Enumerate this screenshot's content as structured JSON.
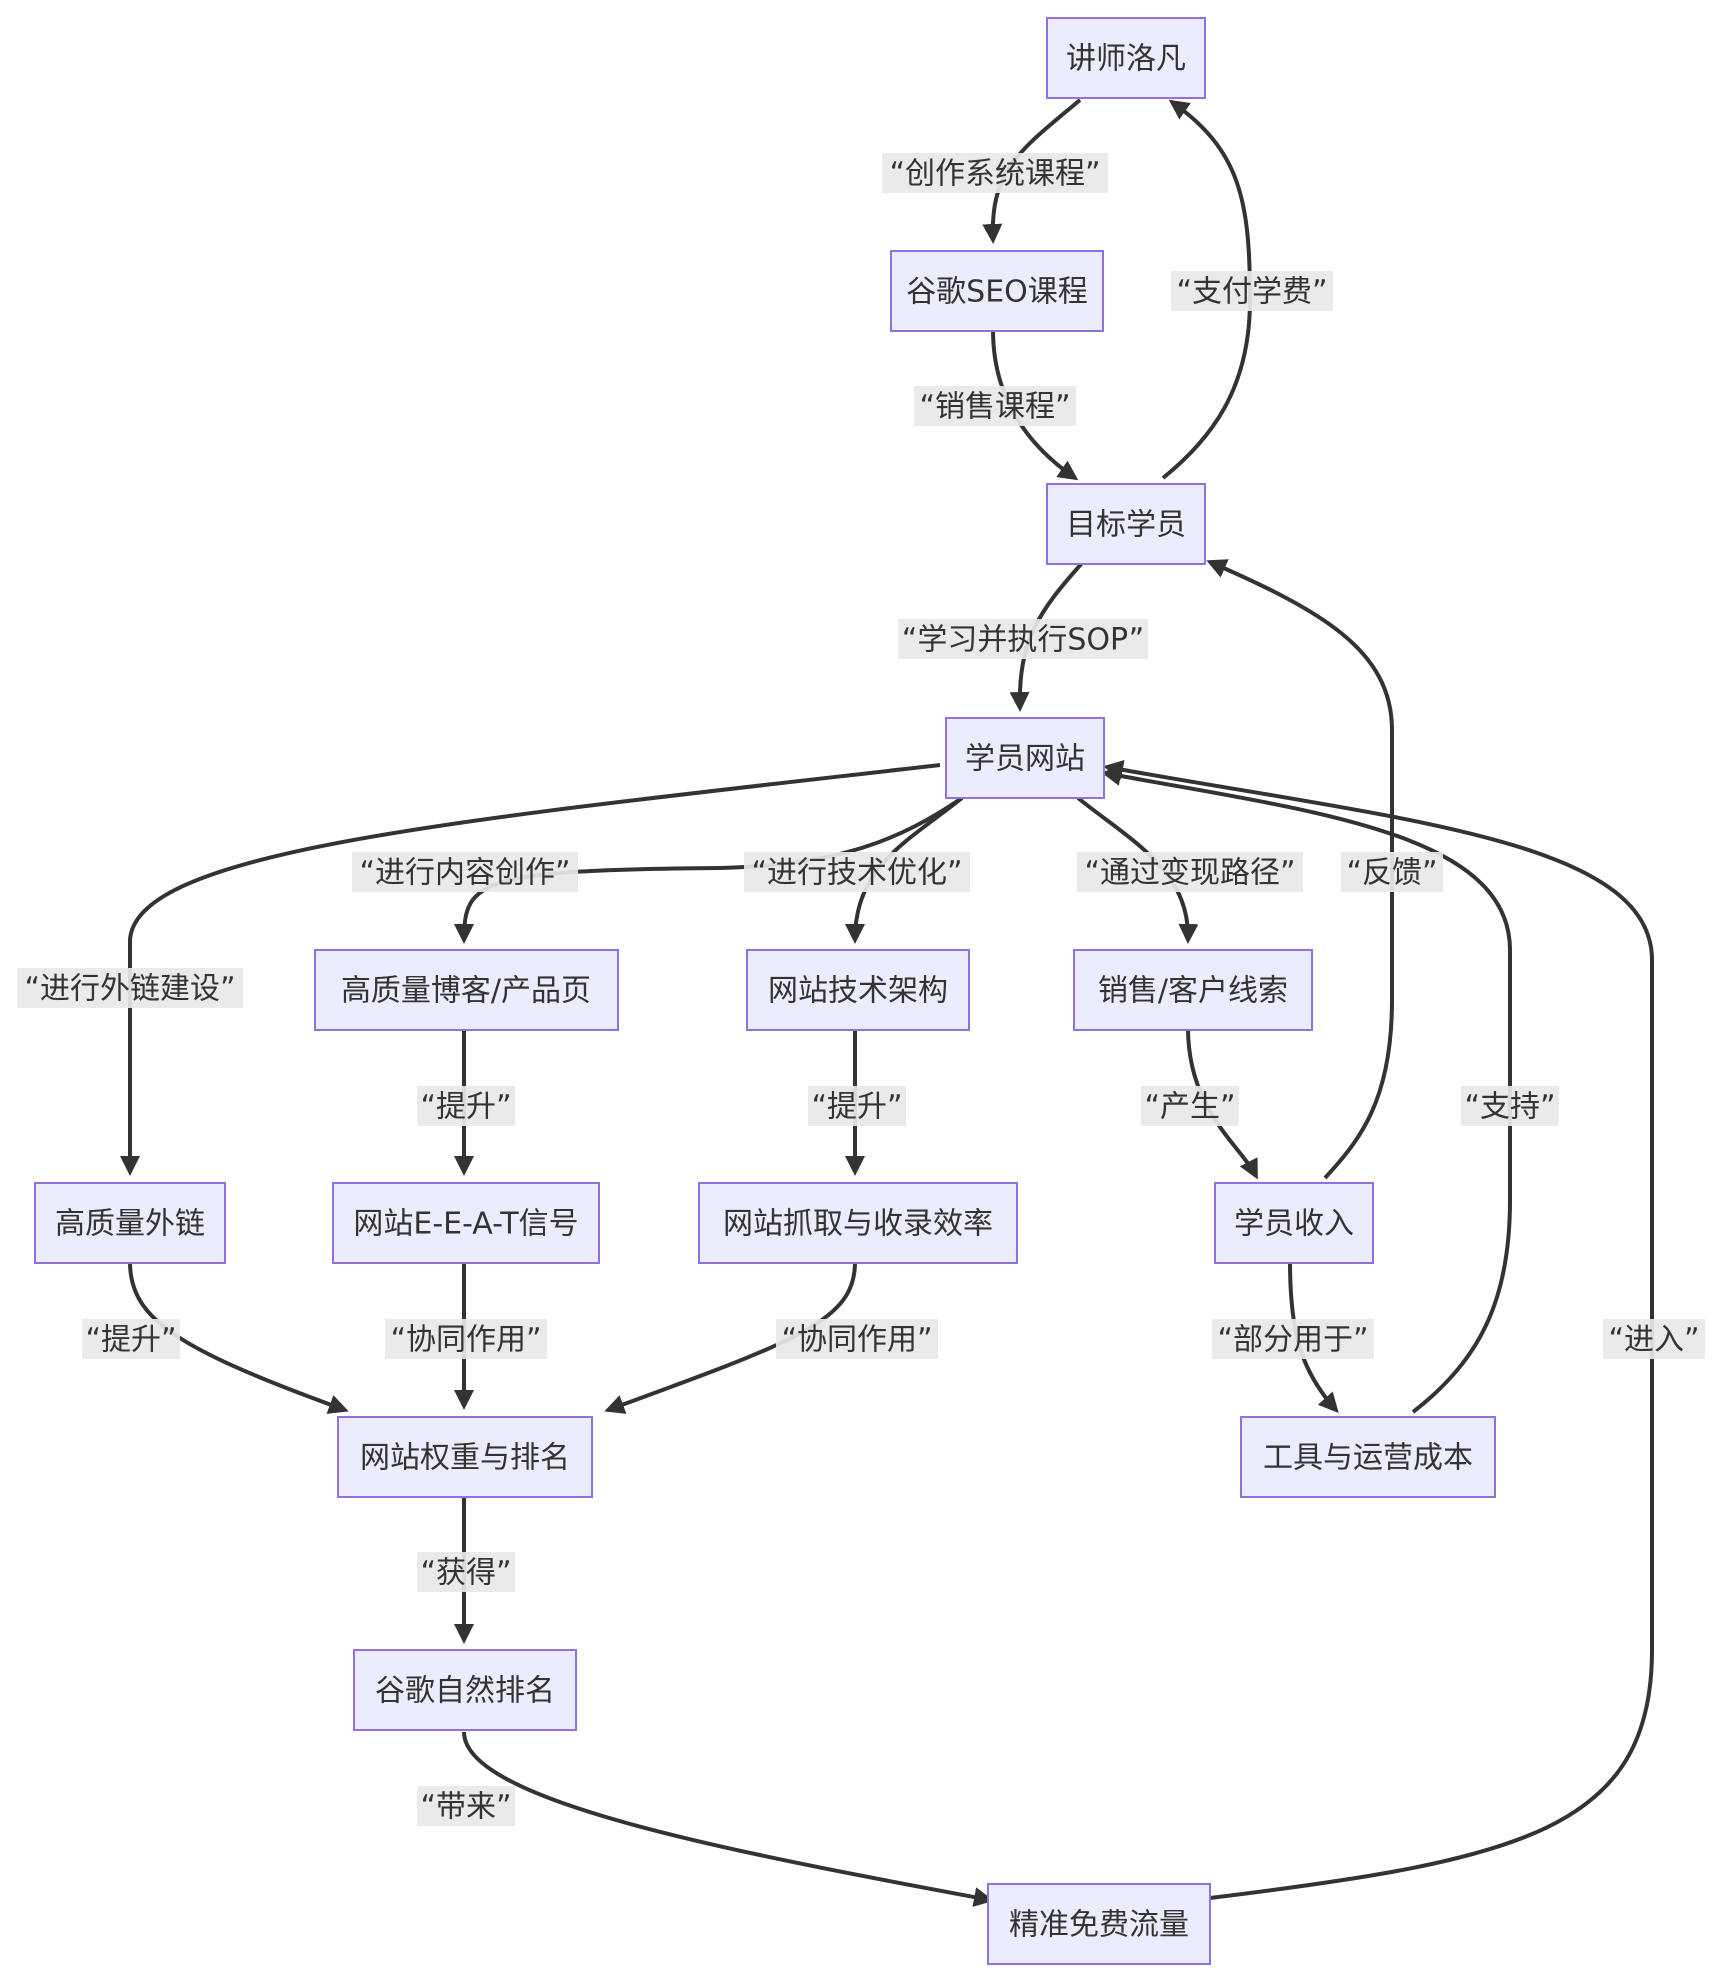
{
  "nodes": {
    "lecturer": "讲师洛凡",
    "course": "谷歌SEO课程",
    "student": "目标学员",
    "site": "学员网站",
    "content": "高质量博客/产品页",
    "tech": "网站技术架构",
    "sales": "销售/客户线索",
    "backlinks": "高质量外链",
    "eeat": "网站E-E-A-T信号",
    "crawl": "网站抓取与收录效率",
    "income": "学员收入",
    "authority": "网站权重与排名",
    "costs": "工具与运营成本",
    "organic": "谷歌自然排名",
    "traffic": "精准免费流量"
  },
  "edges": {
    "e_create": "“创作系统课程”",
    "e_pay": "“支付学费”",
    "e_sell": "“销售课程”",
    "e_learn": "“学习并执行SOP”",
    "e_content": "“进行内容创作”",
    "e_techopt": "“进行技术优化”",
    "e_monetize": "“通过变现路径”",
    "e_feedback": "“反馈”",
    "e_linkbuild": "“进行外链建设”",
    "e_up1": "“提升”",
    "e_up2": "“提升”",
    "e_generate": "“产生”",
    "e_support": "“支持”",
    "e_up3": "“提升”",
    "e_syn1": "“协同作用”",
    "e_syn2": "“协同作用”",
    "e_partly": "“部分用于”",
    "e_enter": "“进入”",
    "e_gain": "“获得”",
    "e_bring": "“带来”"
  }
}
